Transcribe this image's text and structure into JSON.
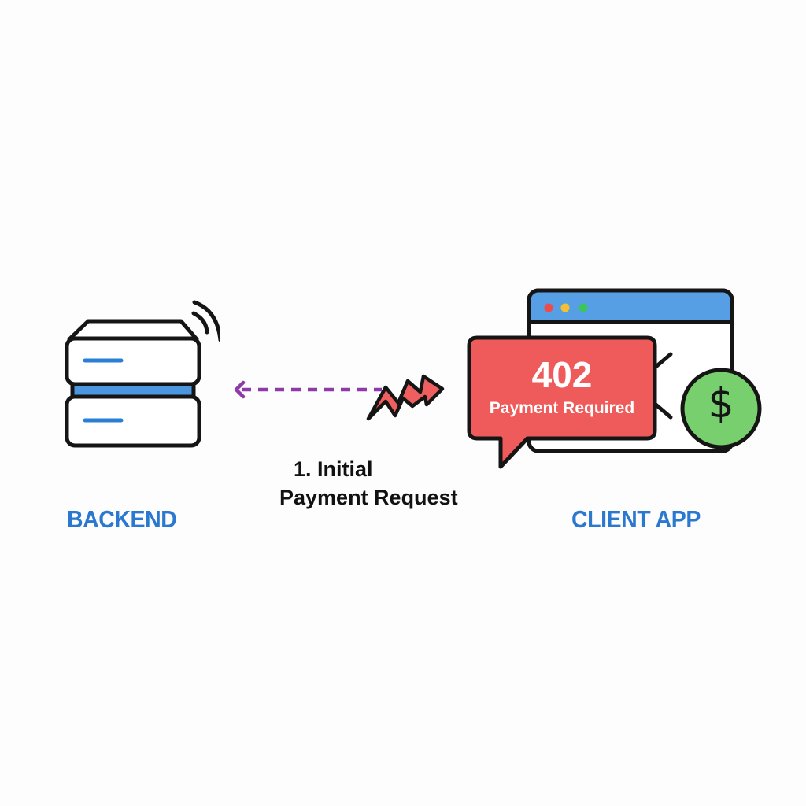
{
  "diagram": {
    "nodes": [
      {
        "id": "backend",
        "label": "BACKEND",
        "icon": "server-icon"
      },
      {
        "id": "client",
        "label": "CLIENT APP",
        "icon": "browser-window-icon"
      }
    ],
    "edge": {
      "from": "backend",
      "to": "client",
      "style": "dashed",
      "color": "#8e3aa8",
      "label_line1": "1. Initial",
      "label_line2": "Payment Request",
      "interrupt_icon": "lightning-zigzag-arrow-icon"
    },
    "response_bubble": {
      "code": "402",
      "message": "Payment Required",
      "color": "#ef5a5a"
    },
    "payment_badge": {
      "symbol": "$",
      "color": "#78cf6e"
    }
  },
  "colors": {
    "label_blue": "#2a78cf",
    "server_accent": "#4a97e0",
    "browser_titlebar": "#569fe4",
    "dot_red": "#ef4b4b",
    "dot_yellow": "#f5c031",
    "dot_green": "#3cc55a",
    "outline": "#151515"
  }
}
